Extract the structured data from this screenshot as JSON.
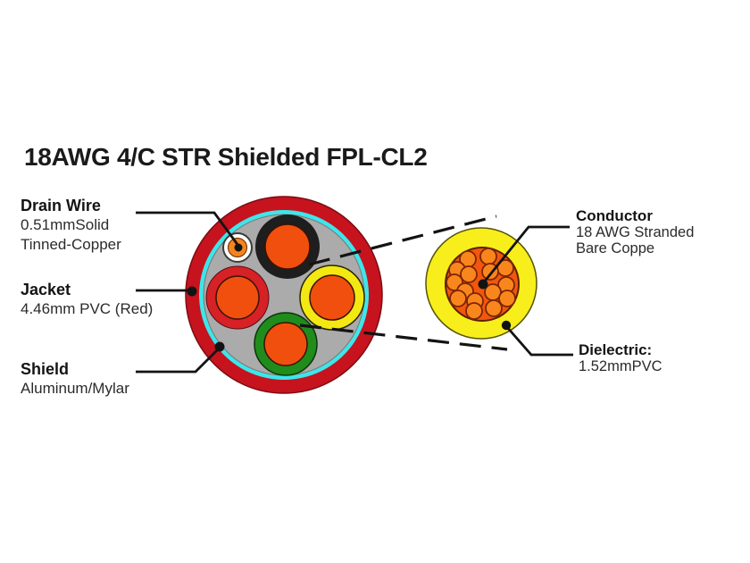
{
  "title": "18AWG 4/C STR Shielded FPL-CL2",
  "labels": {
    "drain_wire": {
      "name": "Drain Wire",
      "spec_line1": "0.51mmSolid",
      "spec_line2": "Tinned-Copper"
    },
    "jacket": {
      "name": "Jacket",
      "spec_line1": "4.46mm PVC (Red)"
    },
    "shield": {
      "name": "Shield",
      "spec_line1": "Aluminum/Mylar"
    },
    "conductor": {
      "name": "Conductor",
      "spec_line1": "18 AWG Stranded",
      "spec_line2": "Bare Coppe"
    },
    "dielectric": {
      "name": "Dielectric:",
      "spec_line1": "1.52mmPVC"
    }
  },
  "colors": {
    "background": "#ffffff",
    "text_black": "#1a1a1a",
    "line_black": "#131313",
    "jacket_red": "#c6131e",
    "shield_cyan": "#3de6ea",
    "filler_gray": "#ababab",
    "insulation_black": "#1e1e1e",
    "insulation_yellow": "#f3e812",
    "insulation_green": "#1f8c1c",
    "insulation_red": "#d62127",
    "core_orange": "#f04f0e",
    "drain_ring_white": "#ffffff",
    "drain_core_orange": "#f5831f",
    "dielectric_yellow": "#f7ee1b",
    "bundle_orange": "#f2570d",
    "strand_orange": "#f9861d"
  }
}
